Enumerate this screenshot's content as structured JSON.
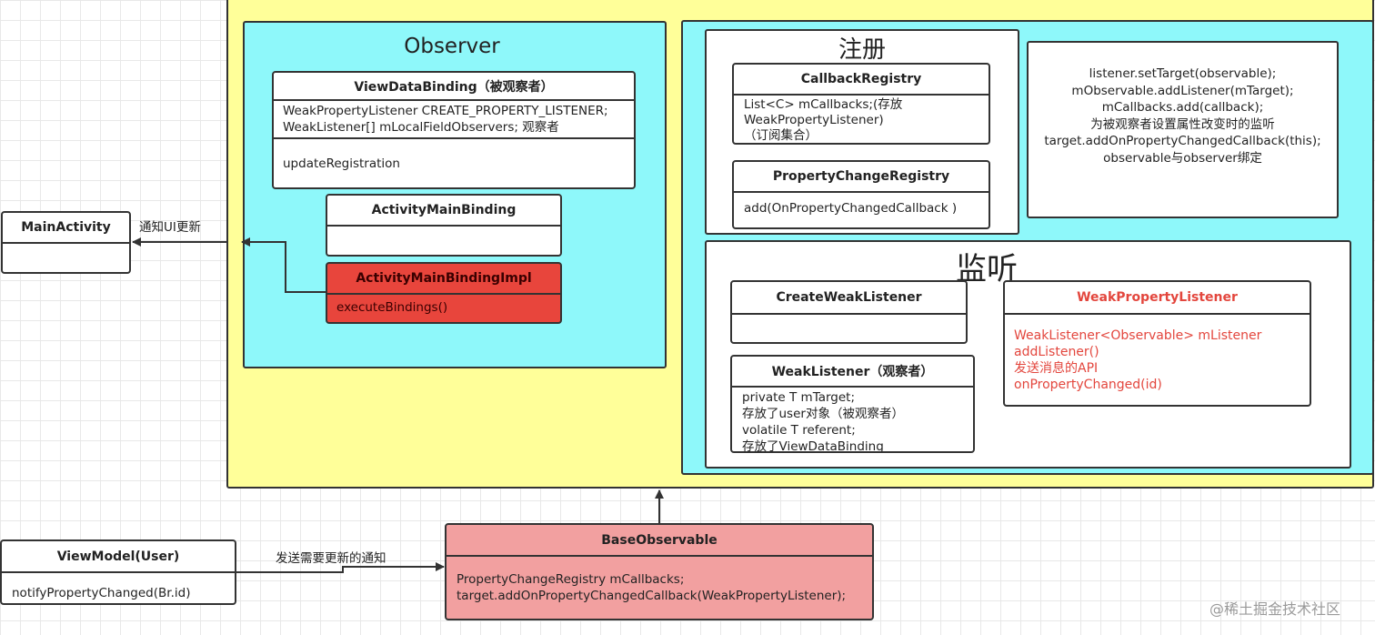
{
  "outer": {
    "observer_title": "Observer",
    "register_title": "注册",
    "listen_title": "监听"
  },
  "classes": {
    "view_data_binding": {
      "name": "ViewDataBinding（被观察者）",
      "fields": "WeakPropertyListener  CREATE_PROPERTY_LISTENER;\nWeakListener[] mLocalFieldObservers;  观察者",
      "methods": "updateRegistration"
    },
    "activity_main_binding": {
      "name": "ActivityMainBinding",
      "body": ""
    },
    "activity_main_binding_impl": {
      "name": "ActivityMainBindingImpl",
      "body": "executeBindings()"
    },
    "main_activity": {
      "name": "MainActivity",
      "body": ""
    },
    "callback_registry": {
      "name": "CallbackRegistry",
      "body": "List<C> mCallbacks;(存放\nWeakPropertyListener)\n（订阅集合）"
    },
    "property_change_registry": {
      "name": "PropertyChangeRegistry",
      "body": "add(OnPropertyChangedCallback  )"
    },
    "create_weak_listener": {
      "name": "CreateWeakListener",
      "body": ""
    },
    "weak_property_listener": {
      "name": "WeakPropertyListener",
      "body": "WeakListener<Observable> mListener\naddListener()\n发送消息的API\nonPropertyChanged(id)"
    },
    "weak_listener": {
      "name": "WeakListener（观察者）",
      "body": "private T mTarget;\n存放了user对象（被观察者）\nvolatile T referent;\n存放了ViewDataBinding"
    },
    "view_model": {
      "name": "ViewModel(User)",
      "body": "notifyPropertyChanged(Br.id)"
    },
    "base_observable": {
      "name": "BaseObservable",
      "body": "PropertyChangeRegistry mCallbacks;\ntarget.addOnPropertyChangedCallback(WeakPropertyListener);"
    }
  },
  "note": {
    "text": "listener.setTarget(observable);\nmObservable.addListener(mTarget);\nmCallbacks.add(callback);\n为被观察者设置属性改变时的监听\ntarget.addOnPropertyChangedCallback(this);\nobservable与observer绑定"
  },
  "edges": {
    "notify_ui": "通知UI更新",
    "send_update": "发送需要更新的通知"
  },
  "watermark": "@稀土掘金技术社区",
  "colors": {
    "yellow": "#ffff99",
    "cyan": "#8ef8fa",
    "red_class": "#e8453c",
    "pink_class": "#f2a0a0",
    "red_text": "#e3463d"
  }
}
